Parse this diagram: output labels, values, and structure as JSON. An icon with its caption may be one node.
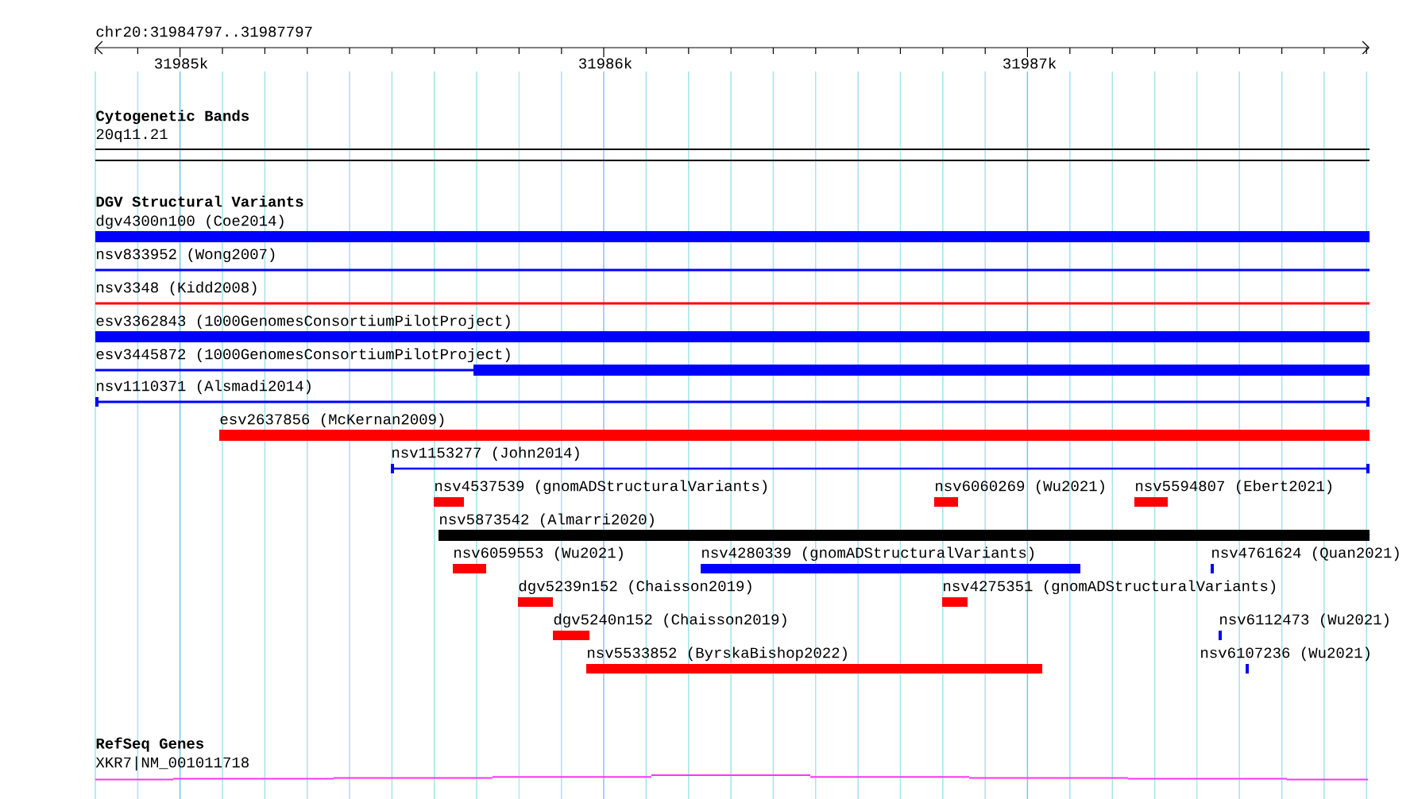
{
  "diagram": {
    "nodes": [
      {
        "text": [
          "20q11.21"
        ]
      },
      {
        "text": [
          "dgv4300n100 (Coe2014)"
        ]
      },
      {
        "text": [
          "nsv833952 (Wong2007)"
        ]
      },
      {
        "text": [
          "nsv3348 (Kidd2008)"
        ]
      },
      {
        "text": [
          "esv3362843 (1000GenomesConsortiumPilotProject)"
        ]
      },
      {
        "text": [
          "esv3445872 (1000GenomesConsortiumPilotProject)"
        ]
      },
      {
        "text": [
          "nsv1110371 (Alsmadi2014)"
        ]
      },
      {
        "text": [
          "esv2637856 (McKernan2009)"
        ]
      },
      {
        "text": [
          "nsv1153277 (John2014)"
        ]
      },
      {
        "text": [
          "nsv4537539 (gnomADStructuralVariants)"
        ]
      },
      {
        "text": [
          "nsv6060269 (Wu2021)"
        ]
      },
      {
        "text": [
          "nsv5594807 (Ebert2021)"
        ]
      },
      {
        "text": [
          "nsv5873542 (Almarri2020)"
        ]
      },
      {
        "text": [
          "nsv6059553 (Wu2021)"
        ]
      },
      {
        "text": [
          "nsv4280339 (gnomADStructuralVariants)"
        ]
      },
      {
        "text": [
          "nsv4761624 (Quan2021)"
        ]
      },
      {
        "text": [
          "dgv5239n152 (Chaisson2019)"
        ]
      },
      {
        "text": [
          "nsv4275351 (gnomADStructuralVariants)"
        ]
      },
      {
        "text": [
          "dgv5240n152 (Chaisson2019)"
        ]
      },
      {
        "text": [
          "nsv6112473 (Wu2021)"
        ]
      },
      {
        "text": [
          "nsv5533852 (ByrskaBishop2022)"
        ]
      },
      {
        "text": [
          "nsv6107236 (Wu2021)"
        ]
      },
      {
        "text": [
          "XKR7|NM_001011718"
        ]
      }
    ],
    "labels": [
      "chr20:31984797..31987797",
      "31985k",
      "31986k",
      "31987k",
      "Cytogenetic Bands",
      "DGV Structural Variants",
      "RefSeq Genes"
    ]
  }
}
